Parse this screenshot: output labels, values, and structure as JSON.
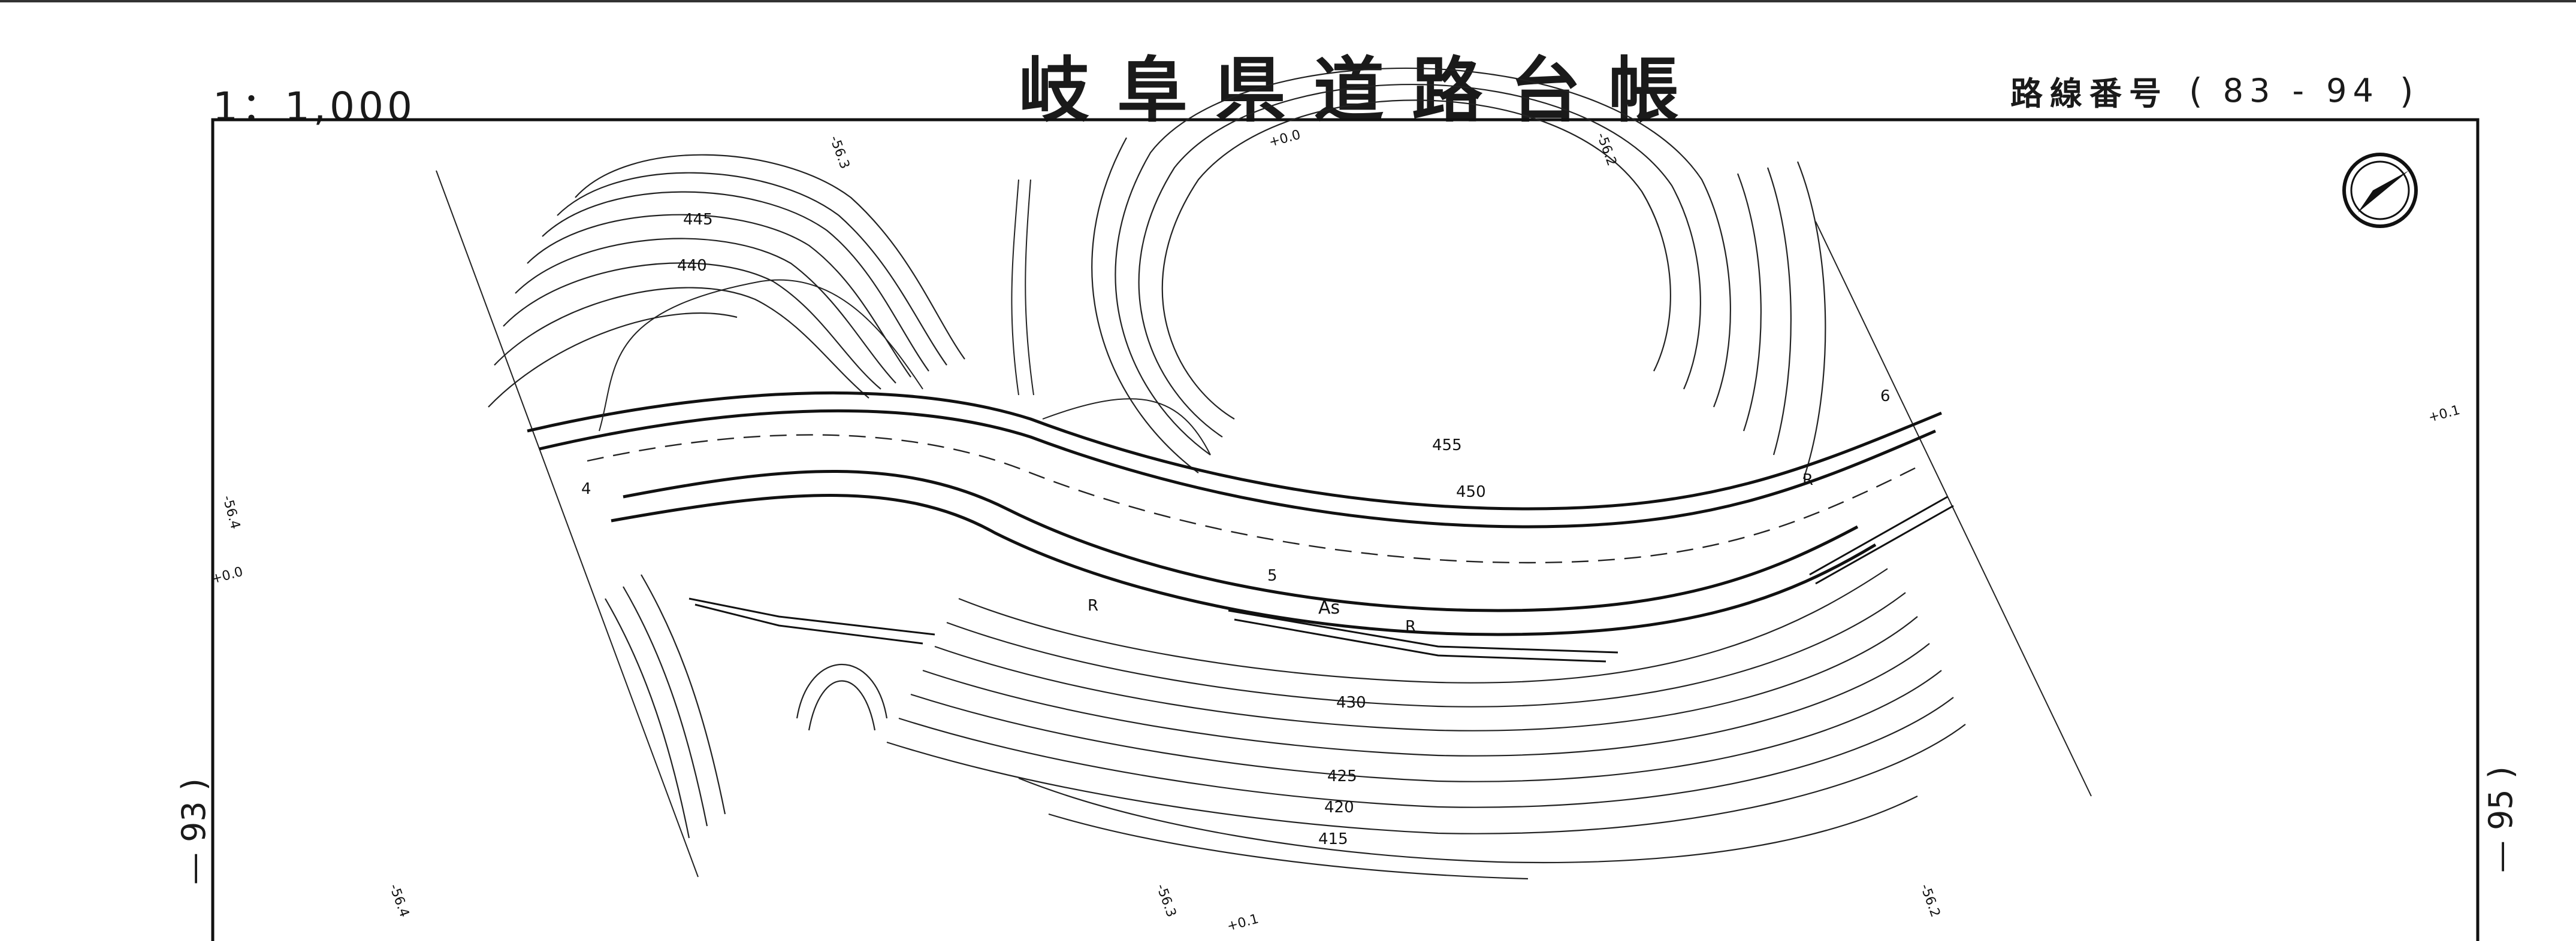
{
  "sheet": {
    "title": "岐阜県道路台帳",
    "scale": "1：1,000",
    "route_label": "路線番号",
    "route_open": "(",
    "route_number": "83 - 94",
    "route_close": ")",
    "prev_sheet": "93 )",
    "prev_sheet_prefix": "—",
    "next_sheet": "95 )",
    "next_sheet_prefix": "—",
    "north_arrow": "north-arrow-icon"
  },
  "grid_labels": {
    "top_left": "-56.3",
    "top_mid": "+0.0",
    "top_right": "-56.2",
    "left_mid": "-56.4",
    "left_mid2": "+0.0",
    "right_mid": "+0.1",
    "bottom_left": "-56.4",
    "bottom_mid": "-56.3",
    "bottom_mid2": "+0.1",
    "bottom_right": "-56.2"
  },
  "contours": [
    "445",
    "440",
    "455",
    "450",
    "430",
    "425",
    "420",
    "415"
  ],
  "road_marks": {
    "sec4": "4",
    "sec5": "5",
    "sec6": "6",
    "surface": "As",
    "r1": "R",
    "r2": "R",
    "r3": "R"
  }
}
